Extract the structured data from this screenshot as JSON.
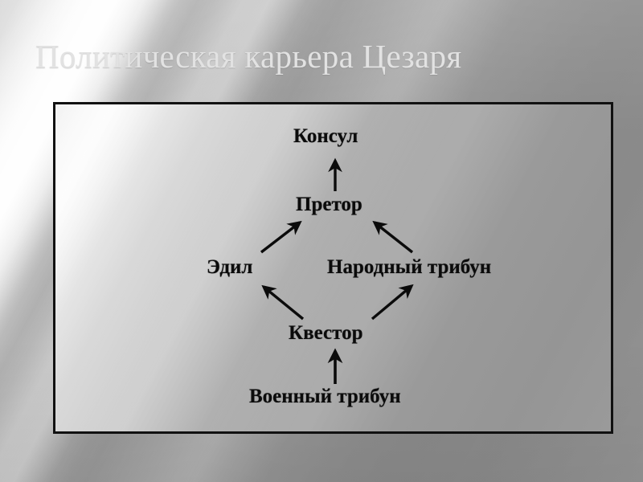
{
  "slide": {
    "title": "Политическая карьера Цезаря",
    "background_color": "#969696",
    "title_color": "#e2e2e2",
    "frame_border_color": "#111111",
    "node_text_color": "#0b0b0b"
  },
  "diagram": {
    "type": "flow-hierarchy",
    "nodes": [
      {
        "id": "consul",
        "label": "Консул"
      },
      {
        "id": "pretor",
        "label": "Претор"
      },
      {
        "id": "edil",
        "label": "Эдил"
      },
      {
        "id": "tribun",
        "label": "Народный трибун"
      },
      {
        "id": "kvestor",
        "label": "Квестор"
      },
      {
        "id": "mil_tribun",
        "label": "Военный трибун"
      }
    ],
    "edges": [
      {
        "from": "pretor",
        "to": "consul"
      },
      {
        "from": "edil",
        "to": "pretor"
      },
      {
        "from": "tribun",
        "to": "pretor"
      },
      {
        "from": "kvestor",
        "to": "edil"
      },
      {
        "from": "kvestor",
        "to": "tribun"
      },
      {
        "from": "mil_tribun",
        "to": "kvestor"
      }
    ]
  }
}
